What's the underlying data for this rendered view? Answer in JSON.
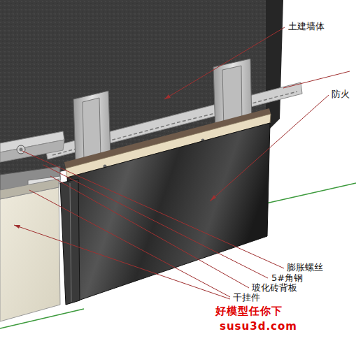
{
  "diagram": {
    "labels": [
      "土建墙体",
      "防火",
      "膨胀螺丝",
      "5#角钢",
      "玻化砖背板",
      "干挂件",
      "好模型任你下",
      "susu3d.com"
    ]
  }
}
